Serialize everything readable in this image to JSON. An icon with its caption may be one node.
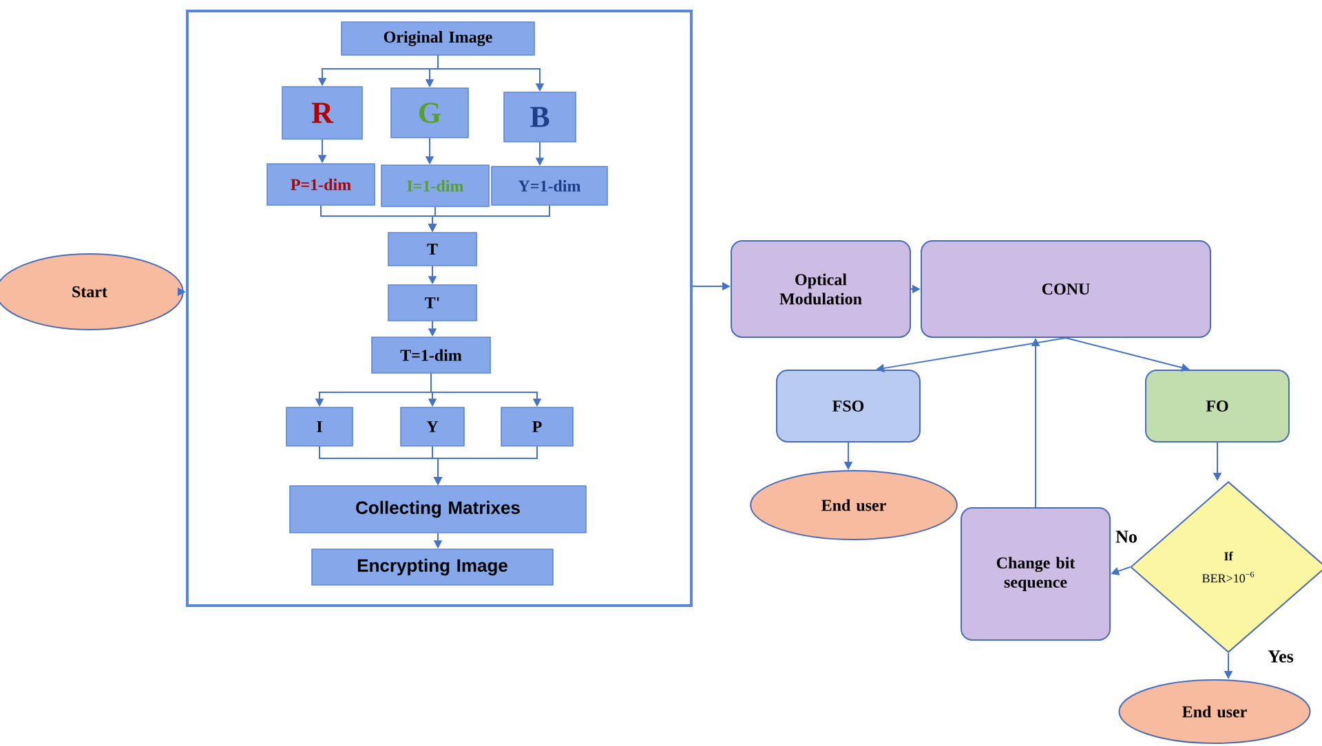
{
  "diagram": {
    "nodes": [
      {
        "text": [
          "Start"
        ]
      },
      {
        "text": [],
        "shape": "box"
      },
      {
        "text": [
          "Original Image"
        ],
        "in": 1
      },
      {
        "text": [
          "R"
        ],
        "in": 1
      },
      {
        "text": [
          "G"
        ],
        "in": 1
      },
      {
        "text": [
          "B"
        ],
        "in": 1
      },
      {
        "text": [
          "P=1-dim"
        ],
        "in": 1
      },
      {
        "text": [
          "I=1-dim"
        ],
        "in": 1
      },
      {
        "text": [
          "Y=1-dim"
        ],
        "in": 1
      },
      {
        "text": [
          "T"
        ],
        "in": 1
      },
      {
        "text": [
          "T'"
        ],
        "in": 1
      },
      {
        "text": [
          "T=1-dim"
        ],
        "in": 1
      },
      {
        "text": [
          "I"
        ],
        "in": 1
      },
      {
        "text": [
          "Y"
        ],
        "in": 1
      },
      {
        "text": [
          "P"
        ],
        "in": 1
      },
      {
        "text": [
          "Collecting Matrixes"
        ],
        "in": 1
      },
      {
        "text": [
          "Encrypting Image"
        ],
        "in": 1
      },
      {
        "text": [
          "Optical Modulation"
        ]
      },
      {
        "text": [
          "CONU"
        ]
      },
      {
        "text": [
          "FSO"
        ]
      },
      {
        "text": [
          "FO"
        ]
      },
      {
        "text": [
          "End user"
        ]
      },
      {
        "text": [
          "Change bit sequence"
        ]
      },
      {
        "text": [
          "If",
          "BER>10$^{−6}$"
        ]
      },
      {
        "text": [
          "End user"
        ]
      }
    ],
    "edges": [
      {
        "from": 0,
        "to": 1,
        "arrow": "to"
      },
      {
        "from": 1,
        "to": 17,
        "arrow": "to"
      },
      {
        "from": 2,
        "to": 3,
        "arrow": "to"
      },
      {
        "from": 2,
        "to": 4,
        "arrow": "to"
      },
      {
        "from": 2,
        "to": 5,
        "arrow": "to"
      },
      {
        "from": 3,
        "to": 6,
        "arrow": "to"
      },
      {
        "from": 4,
        "to": 7,
        "arrow": "to"
      },
      {
        "from": 5,
        "to": 8,
        "arrow": "to"
      },
      {
        "from": 6,
        "to": 9,
        "arrow": "to"
      },
      {
        "from": 7,
        "to": 9,
        "arrow": "to"
      },
      {
        "from": 8,
        "to": 9,
        "arrow": "to"
      },
      {
        "from": 9,
        "to": 10,
        "arrow": "to"
      },
      {
        "from": 10,
        "to": 11,
        "arrow": "to"
      },
      {
        "from": 11,
        "to": 12,
        "arrow": "to"
      },
      {
        "from": 11,
        "to": 13,
        "arrow": "to"
      },
      {
        "from": 11,
        "to": 14,
        "arrow": "to"
      },
      {
        "from": 12,
        "to": 15,
        "arrow": "to"
      },
      {
        "from": 13,
        "to": 15,
        "arrow": "to"
      },
      {
        "from": 14,
        "to": 15,
        "arrow": "to"
      },
      {
        "from": 15,
        "to": 16,
        "arrow": "to"
      },
      {
        "from": 17,
        "to": 18,
        "arrow": "to"
      },
      {
        "from": 18,
        "to": 19,
        "arrow": "to"
      },
      {
        "from": 18,
        "to": 20,
        "arrow": "to"
      },
      {
        "from": 19,
        "to": 21,
        "arrow": "to"
      },
      {
        "from": 20,
        "to": 23,
        "arrow": "to"
      },
      {
        "from": 23,
        "to": 22,
        "arrow": "to",
        "label": "No"
      },
      {
        "from": 23,
        "to": 24,
        "arrow": "to",
        "label": "Yes"
      },
      {
        "from": 22,
        "to": 18,
        "arrow": "to"
      }
    ]
  }
}
